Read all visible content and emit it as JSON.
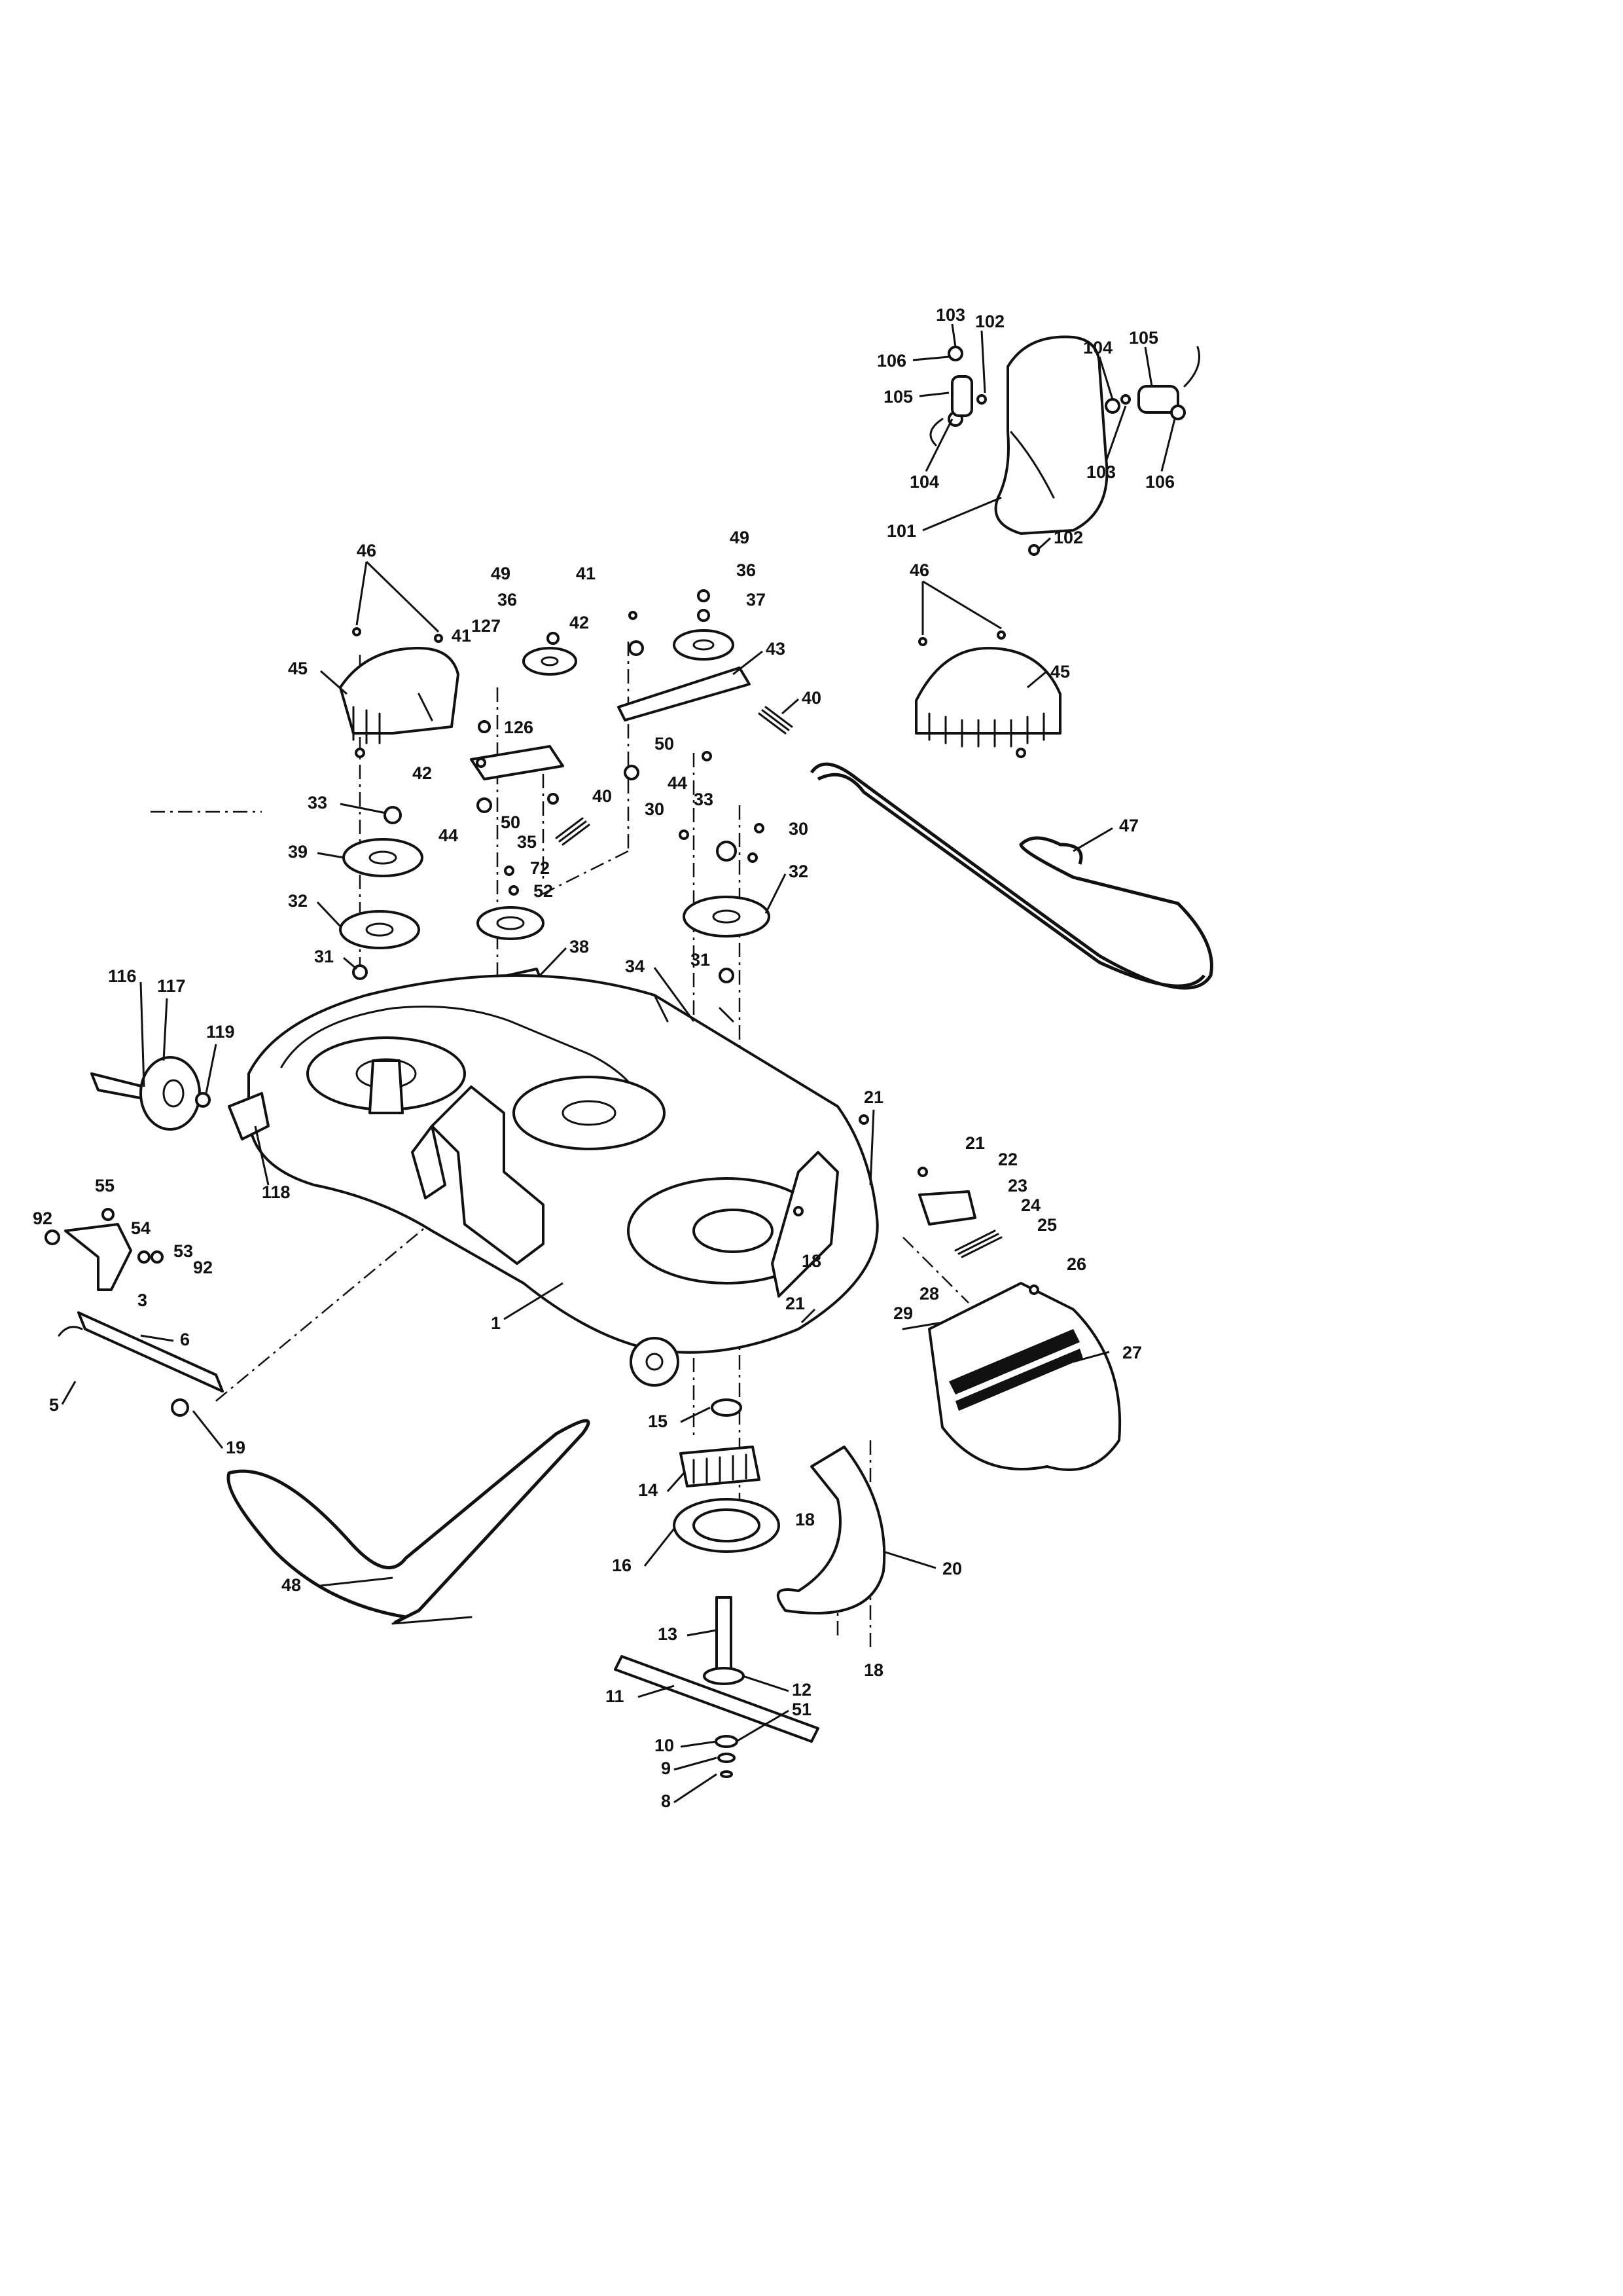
{
  "callouts": [
    {
      "id": "p103a",
      "text": "103"
    },
    {
      "id": "p102a",
      "text": "102"
    },
    {
      "id": "p106a",
      "text": "106"
    },
    {
      "id": "p105a",
      "text": "105"
    },
    {
      "id": "p104a",
      "text": "104"
    },
    {
      "id": "p104b",
      "text": "104"
    },
    {
      "id": "p105b",
      "text": "105"
    },
    {
      "id": "p103b",
      "text": "103"
    },
    {
      "id": "p106b",
      "text": "106"
    },
    {
      "id": "p101",
      "text": "101"
    },
    {
      "id": "p102b",
      "text": "102"
    },
    {
      "id": "p46a",
      "text": "46"
    },
    {
      "id": "p45a",
      "text": "45"
    },
    {
      "id": "p49a",
      "text": "49"
    },
    {
      "id": "p36a",
      "text": "36"
    },
    {
      "id": "p127",
      "text": "127"
    },
    {
      "id": "p41a",
      "text": "41"
    },
    {
      "id": "p42a",
      "text": "42"
    },
    {
      "id": "p41b",
      "text": "41"
    },
    {
      "id": "p49b",
      "text": "49"
    },
    {
      "id": "p36b",
      "text": "36"
    },
    {
      "id": "p37",
      "text": "37"
    },
    {
      "id": "p43",
      "text": "43"
    },
    {
      "id": "p40a",
      "text": "40"
    },
    {
      "id": "p46b",
      "text": "46"
    },
    {
      "id": "p45b",
      "text": "45"
    },
    {
      "id": "p126",
      "text": "126"
    },
    {
      "id": "p42b",
      "text": "42"
    },
    {
      "id": "p50a",
      "text": "50"
    },
    {
      "id": "p44a",
      "text": "44"
    },
    {
      "id": "p50b",
      "text": "50"
    },
    {
      "id": "p44b",
      "text": "44"
    },
    {
      "id": "p40b",
      "text": "40"
    },
    {
      "id": "p33a",
      "text": "33"
    },
    {
      "id": "p39",
      "text": "39"
    },
    {
      "id": "p35",
      "text": "35"
    },
    {
      "id": "p72",
      "text": "72"
    },
    {
      "id": "p52",
      "text": "52"
    },
    {
      "id": "p30a",
      "text": "30"
    },
    {
      "id": "p33b",
      "text": "33"
    },
    {
      "id": "p30b",
      "text": "30"
    },
    {
      "id": "p47",
      "text": "47"
    },
    {
      "id": "p32a",
      "text": "32"
    },
    {
      "id": "p32b",
      "text": "32"
    },
    {
      "id": "p31a",
      "text": "31"
    },
    {
      "id": "p38",
      "text": "38"
    },
    {
      "id": "p34",
      "text": "34"
    },
    {
      "id": "p31b",
      "text": "31"
    },
    {
      "id": "p116",
      "text": "116"
    },
    {
      "id": "p117",
      "text": "117"
    },
    {
      "id": "p119",
      "text": "119"
    },
    {
      "id": "p118",
      "text": "118"
    },
    {
      "id": "p21a",
      "text": "21"
    },
    {
      "id": "p21b",
      "text": "21"
    },
    {
      "id": "p22",
      "text": "22"
    },
    {
      "id": "p23",
      "text": "23"
    },
    {
      "id": "p24",
      "text": "24"
    },
    {
      "id": "p25",
      "text": "25"
    },
    {
      "id": "p55",
      "text": "55"
    },
    {
      "id": "p92a",
      "text": "92"
    },
    {
      "id": "p54",
      "text": "54"
    },
    {
      "id": "p53",
      "text": "53"
    },
    {
      "id": "p92b",
      "text": "92"
    },
    {
      "id": "p3",
      "text": "3"
    },
    {
      "id": "p18a",
      "text": "18"
    },
    {
      "id": "p26",
      "text": "26"
    },
    {
      "id": "p1",
      "text": "1"
    },
    {
      "id": "p21c",
      "text": "21"
    },
    {
      "id": "p28",
      "text": "28"
    },
    {
      "id": "p29",
      "text": "29"
    },
    {
      "id": "p27",
      "text": "27"
    },
    {
      "id": "p6",
      "text": "6"
    },
    {
      "id": "p5",
      "text": "5"
    },
    {
      "id": "p19",
      "text": "19"
    },
    {
      "id": "p15",
      "text": "15"
    },
    {
      "id": "p14",
      "text": "14"
    },
    {
      "id": "p18b",
      "text": "18"
    },
    {
      "id": "p16",
      "text": "16"
    },
    {
      "id": "p20",
      "text": "20"
    },
    {
      "id": "p48",
      "text": "48"
    },
    {
      "id": "p13",
      "text": "13"
    },
    {
      "id": "p18c",
      "text": "18"
    },
    {
      "id": "p11",
      "text": "11"
    },
    {
      "id": "p12",
      "text": "12"
    },
    {
      "id": "p51",
      "text": "51"
    },
    {
      "id": "p10",
      "text": "10"
    },
    {
      "id": "p9",
      "text": "9"
    },
    {
      "id": "p8",
      "text": "8"
    }
  ]
}
